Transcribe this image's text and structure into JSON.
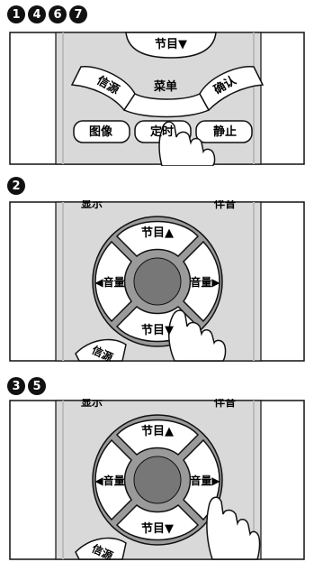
{
  "panel1": {
    "steps": [
      "1",
      "4",
      "6",
      "7"
    ],
    "buttons": {
      "channel_down": "节目▼",
      "source": "信源",
      "menu": "菜单",
      "confirm": "确认",
      "picture": "图像",
      "timer": "定时",
      "mute": "静止"
    }
  },
  "panel2": {
    "steps": [
      "2"
    ],
    "top_labels": {
      "left": "显示",
      "right": "伴音"
    },
    "buttons": {
      "channel_up": "节目▲",
      "volume_down": "◀音量",
      "volume_up": "音量▶",
      "channel_down": "节目▼",
      "source": "信源"
    }
  },
  "panel3": {
    "steps": [
      "3",
      "5"
    ],
    "top_labels": {
      "left": "显示",
      "right": "伴音"
    },
    "buttons": {
      "channel_up": "节目▲",
      "volume_down": "◀音量",
      "volume_up": "音量▶",
      "channel_down": "节目▼",
      "source": "信源"
    }
  }
}
